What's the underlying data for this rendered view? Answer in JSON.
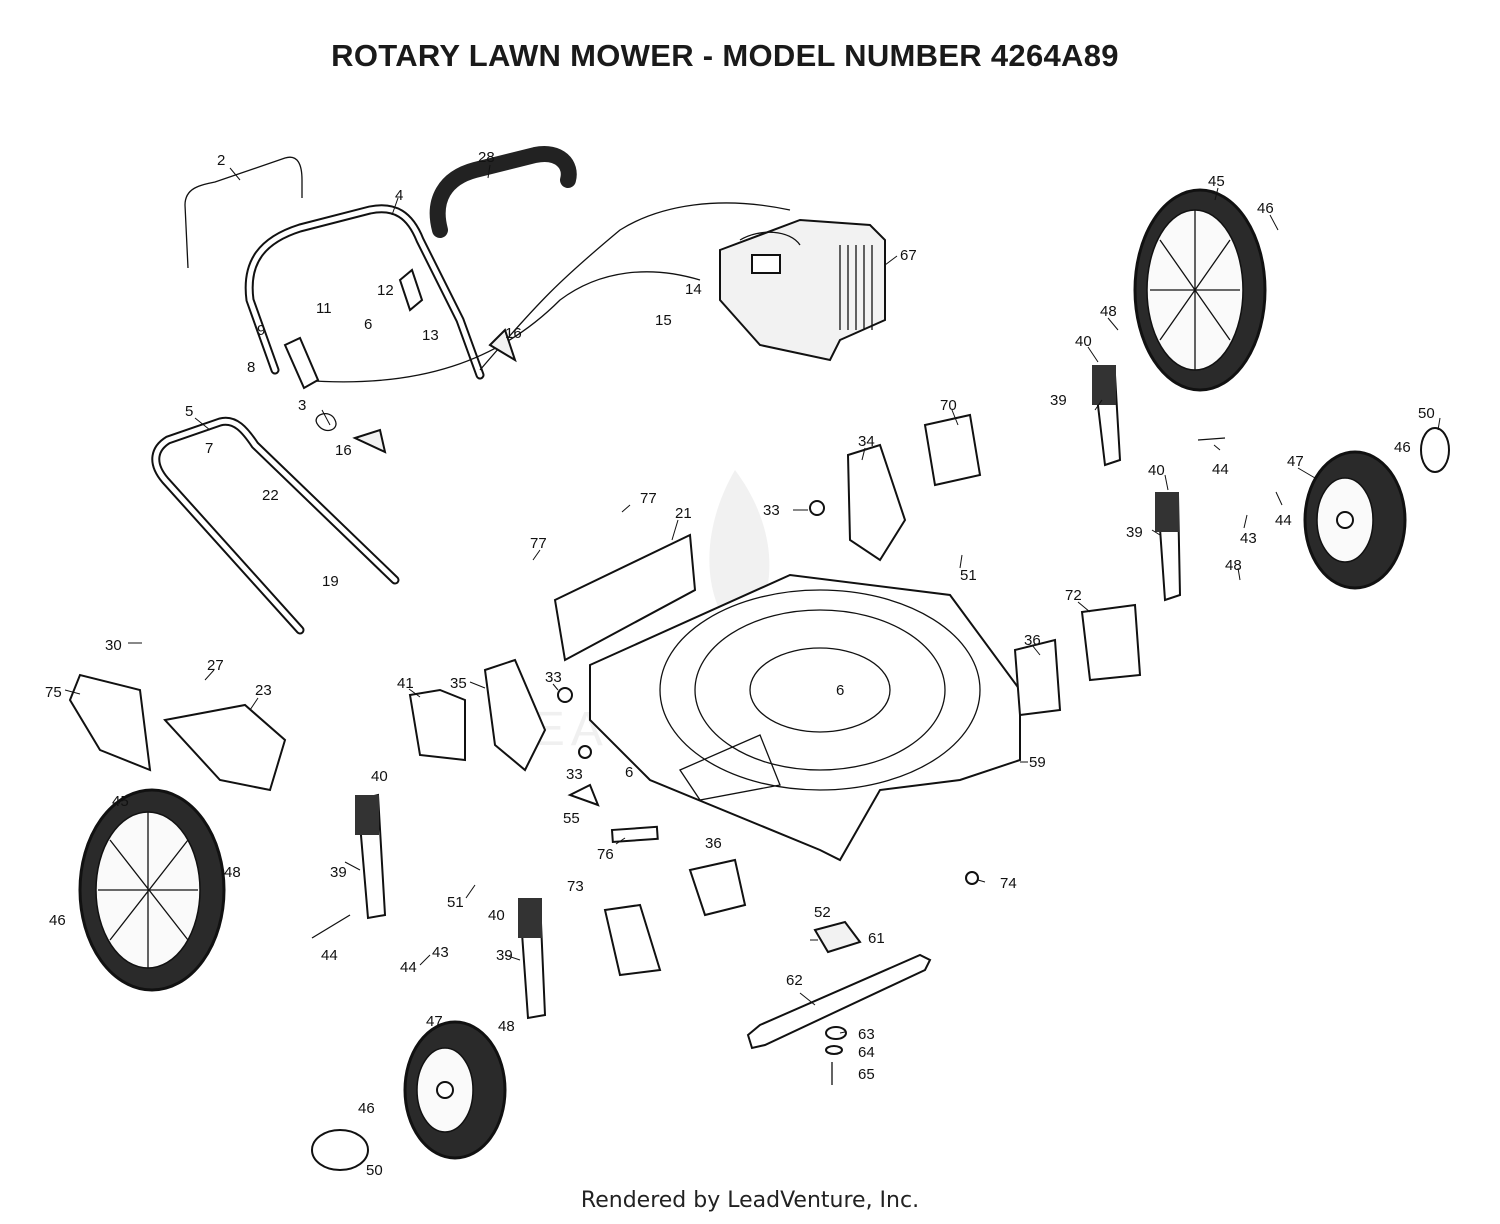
{
  "title": "ROTARY LAWN MOWER - MODEL NUMBER 4264A89",
  "footer": "Rendered by LeadVenture, Inc.",
  "watermark": "LEADVENTURE",
  "callouts": [
    {
      "id": "c2",
      "text": "2"
    },
    {
      "id": "c28",
      "text": "28"
    },
    {
      "id": "c4",
      "text": "4"
    },
    {
      "id": "c67",
      "text": "67"
    },
    {
      "id": "c45a",
      "text": "45"
    },
    {
      "id": "c46a",
      "text": "46"
    },
    {
      "id": "c12",
      "text": "12"
    },
    {
      "id": "c11",
      "text": "11"
    },
    {
      "id": "c6a",
      "text": "6"
    },
    {
      "id": "c13",
      "text": "13"
    },
    {
      "id": "c14",
      "text": "14"
    },
    {
      "id": "c15",
      "text": "15"
    },
    {
      "id": "c16a",
      "text": "16"
    },
    {
      "id": "c9",
      "text": "9"
    },
    {
      "id": "c8",
      "text": "8"
    },
    {
      "id": "c48a",
      "text": "48"
    },
    {
      "id": "c40a",
      "text": "40"
    },
    {
      "id": "c3",
      "text": "3"
    },
    {
      "id": "c5",
      "text": "5"
    },
    {
      "id": "c7",
      "text": "7"
    },
    {
      "id": "c16b",
      "text": "16"
    },
    {
      "id": "c70",
      "text": "70"
    },
    {
      "id": "c39a",
      "text": "39"
    },
    {
      "id": "c50a",
      "text": "50"
    },
    {
      "id": "c34",
      "text": "34"
    },
    {
      "id": "c44a",
      "text": "44"
    },
    {
      "id": "c46b",
      "text": "46"
    },
    {
      "id": "c47a",
      "text": "47"
    },
    {
      "id": "c40b",
      "text": "40"
    },
    {
      "id": "c33a",
      "text": "33"
    },
    {
      "id": "c77a",
      "text": "77"
    },
    {
      "id": "c21",
      "text": "21"
    },
    {
      "id": "c22",
      "text": "22"
    },
    {
      "id": "c43a",
      "text": "43"
    },
    {
      "id": "c44b",
      "text": "44"
    },
    {
      "id": "c39b",
      "text": "39"
    },
    {
      "id": "c77b",
      "text": "77"
    },
    {
      "id": "c51a",
      "text": "51"
    },
    {
      "id": "c48b",
      "text": "48"
    },
    {
      "id": "c19",
      "text": "19"
    },
    {
      "id": "c72",
      "text": "72"
    },
    {
      "id": "c30",
      "text": "30"
    },
    {
      "id": "c36a",
      "text": "36"
    },
    {
      "id": "c27",
      "text": "27"
    },
    {
      "id": "c75",
      "text": "75"
    },
    {
      "id": "c23",
      "text": "23"
    },
    {
      "id": "c41",
      "text": "41"
    },
    {
      "id": "c35",
      "text": "35"
    },
    {
      "id": "c33b",
      "text": "33"
    },
    {
      "id": "c6b",
      "text": "6"
    },
    {
      "id": "c40c",
      "text": "40"
    },
    {
      "id": "c6c",
      "text": "6"
    },
    {
      "id": "c33c",
      "text": "33"
    },
    {
      "id": "c59",
      "text": "59"
    },
    {
      "id": "c45b",
      "text": "45"
    },
    {
      "id": "c55",
      "text": "55"
    },
    {
      "id": "c48c",
      "text": "48"
    },
    {
      "id": "c39c",
      "text": "39"
    },
    {
      "id": "c51b",
      "text": "51"
    },
    {
      "id": "c76",
      "text": "76"
    },
    {
      "id": "c36b",
      "text": "36"
    },
    {
      "id": "c74",
      "text": "74"
    },
    {
      "id": "c73",
      "text": "73"
    },
    {
      "id": "c46c",
      "text": "46"
    },
    {
      "id": "c44c",
      "text": "44"
    },
    {
      "id": "c40d",
      "text": "40"
    },
    {
      "id": "c52",
      "text": "52"
    },
    {
      "id": "c61",
      "text": "61"
    },
    {
      "id": "c43b",
      "text": "43"
    },
    {
      "id": "c39d",
      "text": "39"
    },
    {
      "id": "c44d",
      "text": "44"
    },
    {
      "id": "c62",
      "text": "62"
    },
    {
      "id": "c47b",
      "text": "47"
    },
    {
      "id": "c48d",
      "text": "48"
    },
    {
      "id": "c63",
      "text": "63"
    },
    {
      "id": "c64",
      "text": "64"
    },
    {
      "id": "c65",
      "text": "65"
    },
    {
      "id": "c46d",
      "text": "46"
    },
    {
      "id": "c50b",
      "text": "50"
    }
  ]
}
